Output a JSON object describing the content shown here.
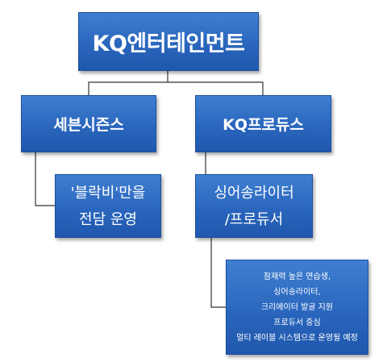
{
  "org_chart": {
    "root": {
      "label": "KQ엔터테인먼트"
    },
    "divisions": [
      {
        "label": "세븐시즌스",
        "description": [
          "'블락비'만을",
          "전담 운영"
        ]
      },
      {
        "label": "KQ프로듀스",
        "description": [
          "싱어송라이터",
          "/프로듀서"
        ],
        "details": [
          "잠재력 높은 연습생,",
          "싱어송라이터,",
          "크리에이터 발굴 지원",
          "프로듀서 중심",
          "멀티 레이블 시스템으로 운영될 예정"
        ]
      }
    ]
  },
  "colors": {
    "box_fill": "#2a66bd",
    "box_border": "#1d4f9c",
    "text": "#ffffff",
    "connector": "#333333"
  }
}
